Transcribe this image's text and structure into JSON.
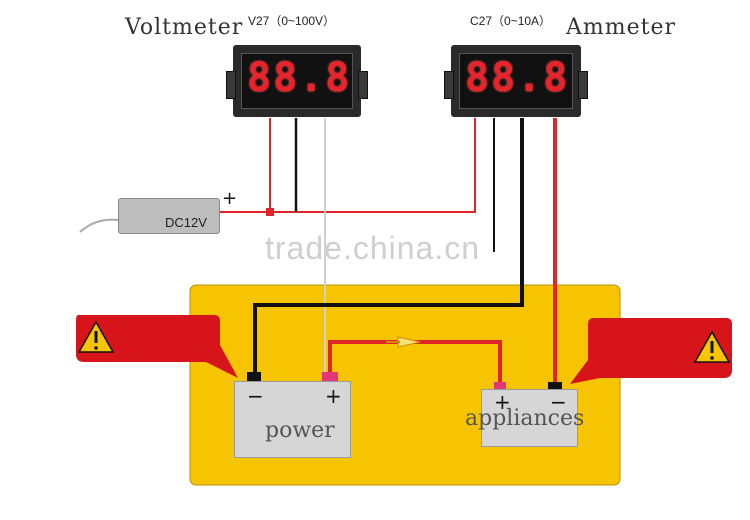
{
  "voltmeter": {
    "title": "Voltmeter",
    "spec": "V27（0~100V）",
    "display": "88.8"
  },
  "ammeter": {
    "title": "Ammeter",
    "spec": "C27（0~10A）",
    "display": "88.8"
  },
  "adapter": {
    "label": "DC12V",
    "plus": "+"
  },
  "power_box": {
    "label": "power",
    "minus": "−",
    "plus": "+"
  },
  "appliances_box": {
    "label": "appliances",
    "minus": "−",
    "plus": "+"
  },
  "watermark": "trade.china.cn",
  "colors": {
    "panel": "#f6c400",
    "wire_red": "#e0262b",
    "wire_black": "#111111",
    "wire_gray": "#c8c8c8",
    "callout": "#d8141b",
    "digit": "#e8232a"
  }
}
